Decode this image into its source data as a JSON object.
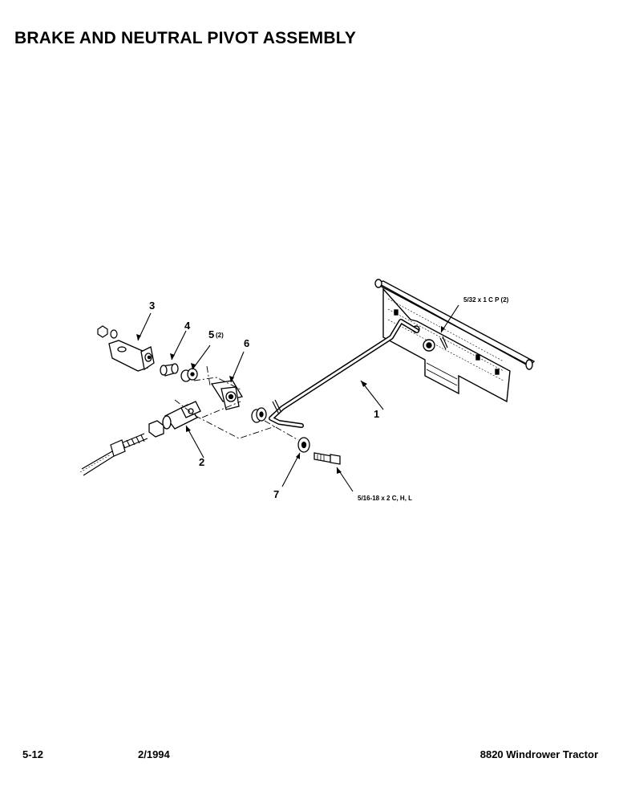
{
  "title": "BRAKE AND NEUTRAL PIVOT ASSEMBLY",
  "callouts": {
    "p1": "1",
    "p2": "2",
    "p3": "3",
    "p4": "4",
    "p5": "5",
    "p5_qty": "(2)",
    "p6": "6",
    "p7": "7",
    "cotter_pin": "5/32 x 1 C P (2)",
    "bolt": "5/16-18 x 2 C, H, L"
  },
  "footer": {
    "page": "5-12",
    "date": "2/1994",
    "model": "8820 Windrower Tractor"
  }
}
